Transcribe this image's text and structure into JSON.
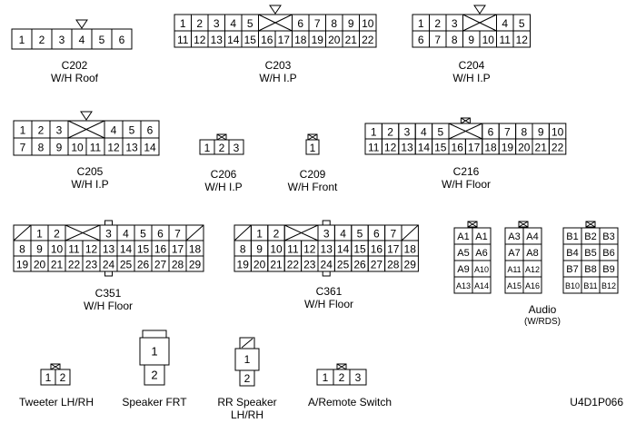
{
  "connectors": [
    {
      "id": "c202",
      "name": "C202",
      "location": "W/H Roof",
      "rows": [
        [
          "1",
          "2",
          "3",
          "4",
          "5",
          "6"
        ]
      ],
      "key": "tri"
    },
    {
      "id": "c203",
      "name": "C203",
      "location": "W/H I.P",
      "rows": [
        [
          "1",
          "2",
          "3",
          "4",
          "5",
          "",
          "",
          "6",
          "7",
          "8",
          "9",
          "10"
        ],
        [
          "11",
          "12",
          "13",
          "14",
          "15",
          "16",
          "17",
          "18",
          "19",
          "20",
          "21",
          "22"
        ]
      ],
      "key": "tri"
    },
    {
      "id": "c204",
      "name": "C204",
      "location": "W/H I.P",
      "rows": [
        [
          "1",
          "2",
          "3",
          "",
          "",
          "4",
          "5"
        ],
        [
          "6",
          "7",
          "8",
          "9",
          "10",
          "11",
          "12"
        ]
      ],
      "key": "tri"
    },
    {
      "id": "c205",
      "name": "C205",
      "location": "W/H I.P",
      "rows": [
        [
          "1",
          "2",
          "3",
          "",
          "",
          "4",
          "5",
          "6"
        ],
        [
          "7",
          "8",
          "9",
          "10",
          "11",
          "12",
          "13",
          "14"
        ]
      ],
      "key": "tri"
    },
    {
      "id": "c206",
      "name": "C206",
      "location": "W/H I.P",
      "rows": [
        [
          "1",
          "2",
          "3"
        ]
      ],
      "key": "tab"
    },
    {
      "id": "c209",
      "name": "C209",
      "location": "W/H Front",
      "rows": [
        [
          "1"
        ]
      ],
      "key": "tab"
    },
    {
      "id": "c216",
      "name": "C216",
      "location": "W/H Floor",
      "rows": [
        [
          "1",
          "2",
          "3",
          "4",
          "5",
          "",
          "",
          "6",
          "7",
          "8",
          "9",
          "10"
        ],
        [
          "11",
          "12",
          "13",
          "14",
          "15",
          "16",
          "17",
          "18",
          "19",
          "20",
          "21",
          "22"
        ]
      ],
      "key": "tab"
    },
    {
      "id": "c351",
      "name": "C351",
      "location": "W/H Floor",
      "rows": [
        [
          "",
          "1",
          "2",
          "",
          "",
          "3",
          "4",
          "5",
          "6",
          "7",
          ""
        ],
        [
          "8",
          "9",
          "10",
          "11",
          "12",
          "13",
          "14",
          "15",
          "16",
          "17",
          "18"
        ],
        [
          "19",
          "20",
          "21",
          "22",
          "23",
          "24",
          "25",
          "26",
          "27",
          "28",
          "29"
        ]
      ],
      "key": "rect"
    },
    {
      "id": "c361",
      "name": "C361",
      "location": "W/H Floor",
      "rows": [
        [
          "",
          "1",
          "2",
          "",
          "",
          "3",
          "4",
          "5",
          "6",
          "7",
          ""
        ],
        [
          "8",
          "9",
          "10",
          "11",
          "12",
          "13",
          "14",
          "15",
          "16",
          "17",
          "18"
        ],
        [
          "19",
          "20",
          "21",
          "22",
          "23",
          "24",
          "25",
          "26",
          "27",
          "28",
          "29"
        ]
      ],
      "key": "rect"
    }
  ],
  "audio": {
    "label": "Audio",
    "sublabel": "(W/RDS)",
    "blocks": [
      [
        [
          "A1",
          "A1"
        ],
        [
          "A5",
          "A6"
        ],
        [
          "A9",
          "A10"
        ],
        [
          "A13",
          "A14"
        ]
      ],
      [
        [
          "A3",
          "A4"
        ],
        [
          "A7",
          "A8"
        ],
        [
          "A11",
          "A12"
        ],
        [
          "A15",
          "A16"
        ]
      ],
      [
        [
          "B1",
          "B2",
          "B3"
        ],
        [
          "B4",
          "B5",
          "B6"
        ],
        [
          "B7",
          "B8",
          "B9"
        ],
        [
          "B10",
          "B11",
          "B12"
        ]
      ]
    ]
  },
  "small_connectors": [
    {
      "id": "tweeter",
      "label": "Tweeter LH/RH",
      "pins": [
        "1",
        "2"
      ]
    },
    {
      "id": "speaker-frt",
      "label": "Speaker FRT",
      "pins": [
        "1",
        "2"
      ]
    },
    {
      "id": "rr-speaker",
      "label": "RR Speaker",
      "label2": "LH/RH",
      "pins": [
        "1",
        "2"
      ]
    },
    {
      "id": "remote-switch",
      "label": "A/Remote Switch",
      "pins": [
        "1",
        "2",
        "3"
      ]
    }
  ],
  "footer_code": "U4D1P066"
}
